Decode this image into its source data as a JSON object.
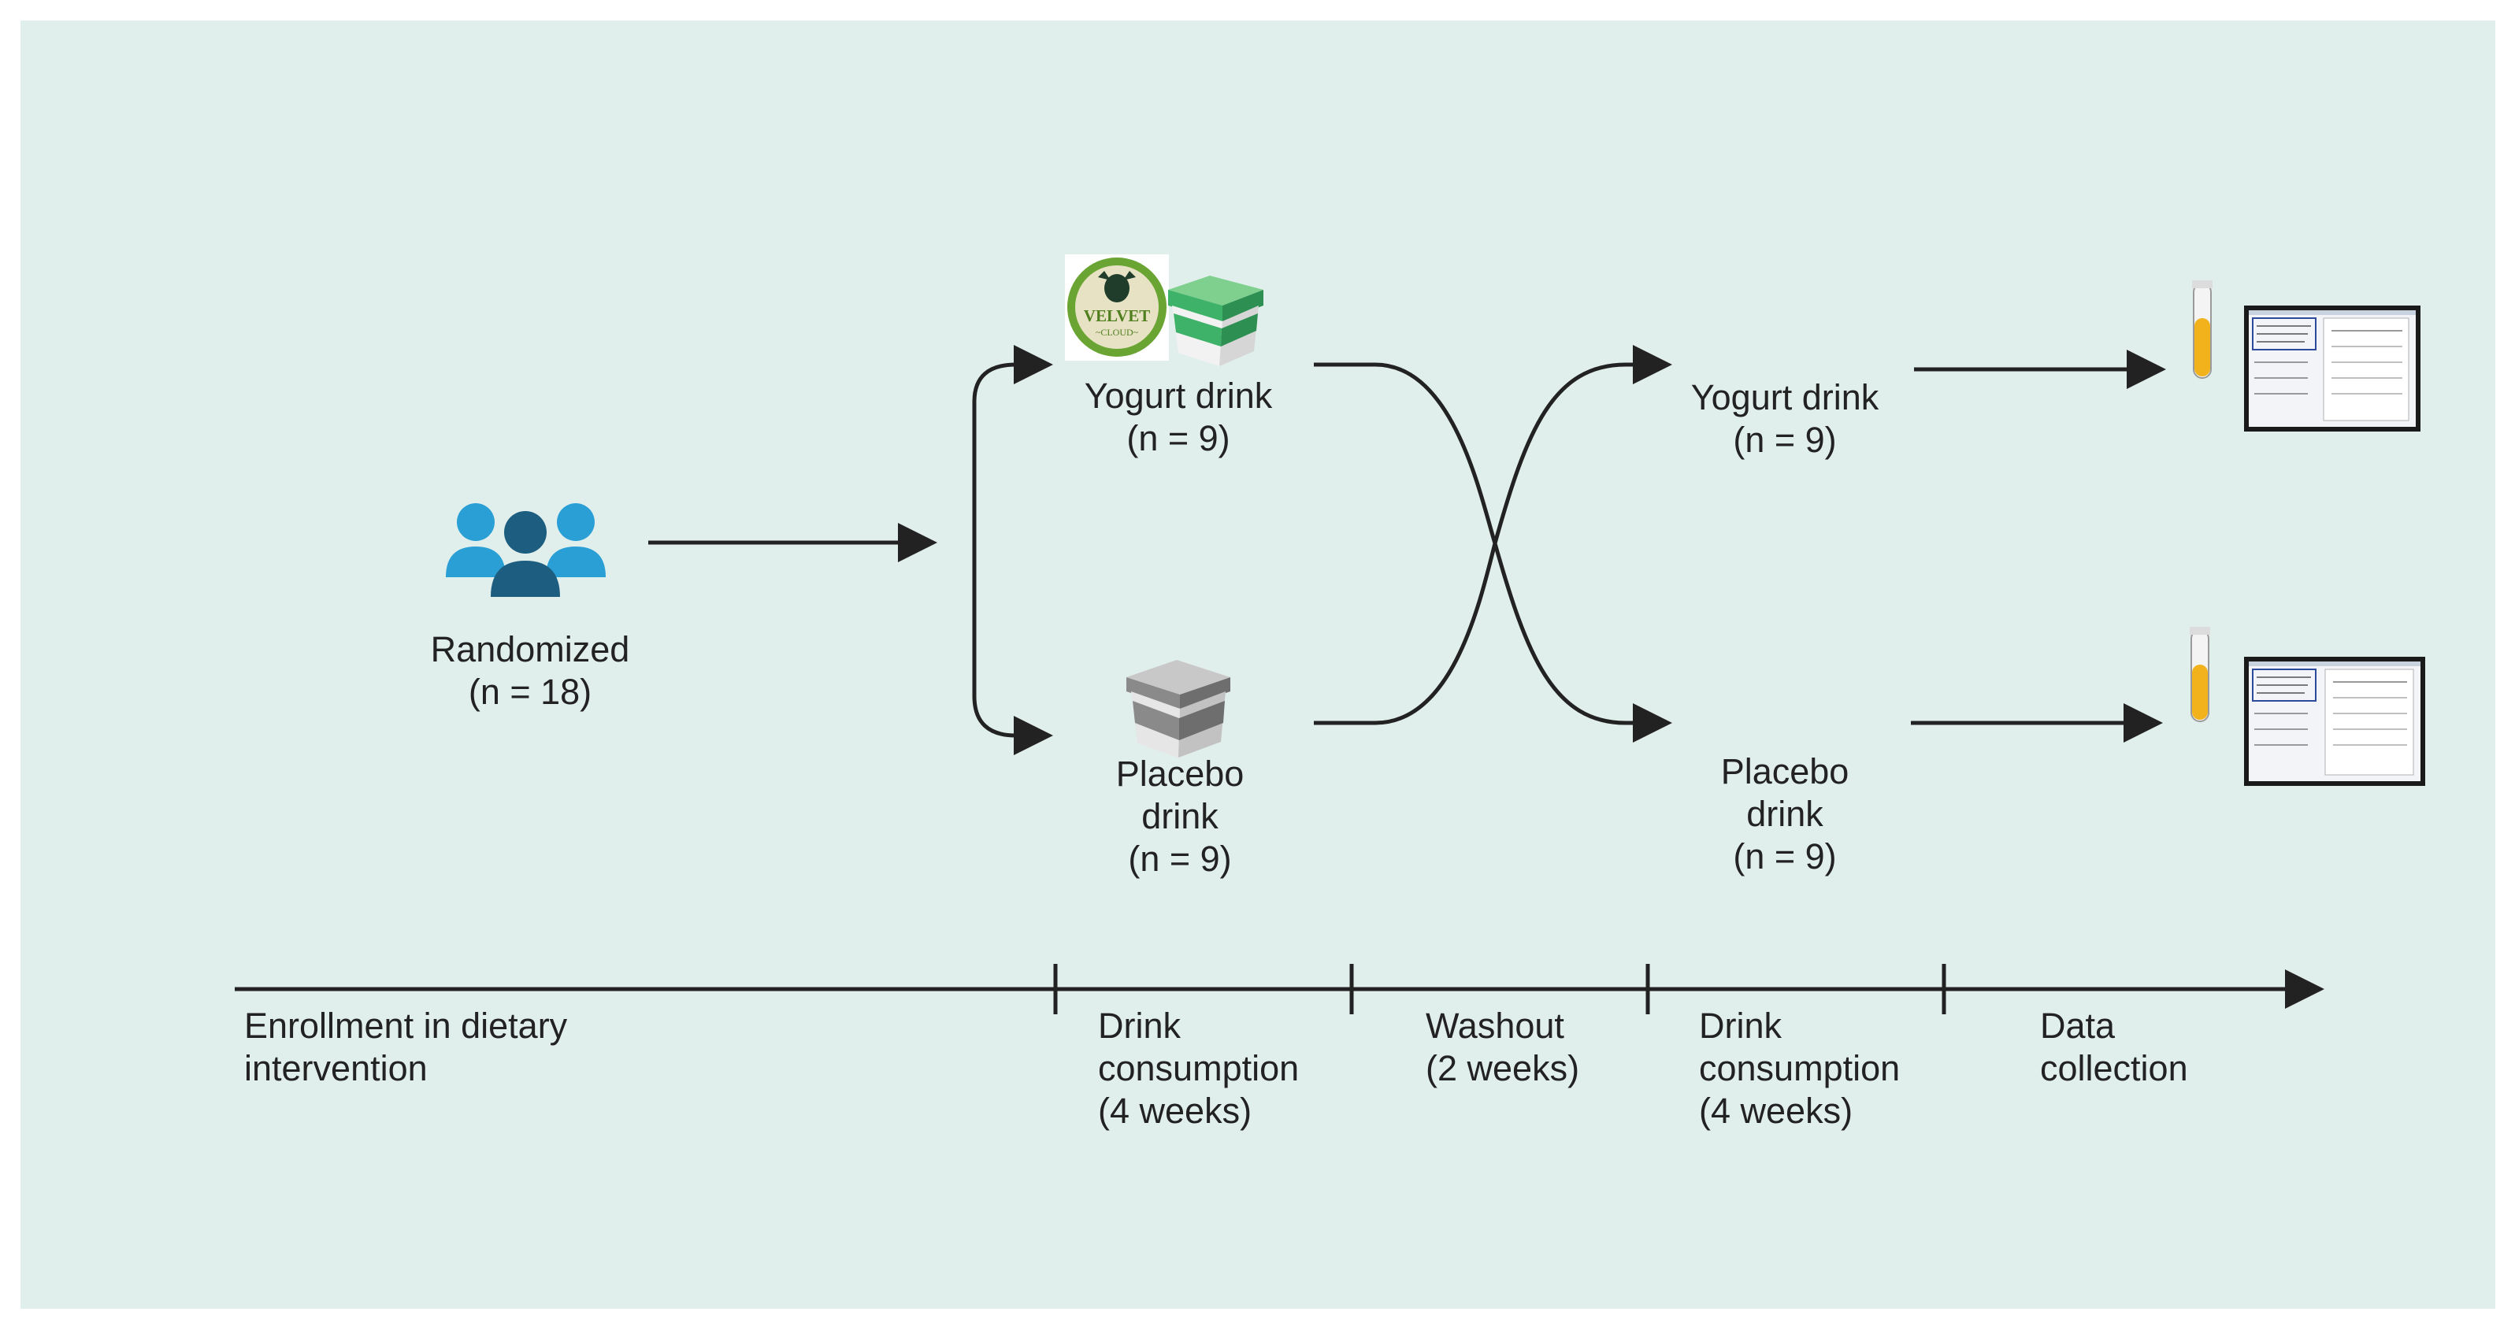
{
  "colors": {
    "background": "#e1efec",
    "ink": "#222222",
    "people_dark": "#1d5e80",
    "people_light": "#2a9fd6",
    "cup_green": "#3fb26a",
    "cup_grey": "#8a8a8a",
    "tube_liquid": "#f2b21c",
    "logo_green": "#6aa533"
  },
  "icons": {
    "people": "people-group-icon",
    "logo": "velvet-cloud-logo",
    "yogurt_cup": "yogurt-cup-icon",
    "placebo_cup": "placebo-cup-icon",
    "tube": "blood-tube-icon",
    "monitor": "data-screen-icon"
  },
  "logo_text": [
    "VELVET",
    "~CLOUD~"
  ],
  "randomized": {
    "lines": [
      "Randomized",
      "(n = 18)"
    ]
  },
  "arm1": {
    "yogurt": {
      "lines": [
        "Yogurt drink",
        "(n = 9)"
      ]
    },
    "placebo": {
      "lines": [
        "Placebo",
        "drink",
        "(n = 9)"
      ]
    }
  },
  "arm2": {
    "yogurt": {
      "lines": [
        "Yogurt drink",
        "(n = 9)"
      ]
    },
    "placebo": {
      "lines": [
        "Placebo",
        "drink",
        "(n = 9)"
      ]
    }
  },
  "timeline": [
    {
      "lines": [
        "Enrollment in dietary",
        "intervention"
      ]
    },
    {
      "lines": [
        "Drink",
        "consumption",
        "(4 weeks)"
      ]
    },
    {
      "lines": [
        "Washout",
        "(2 weeks)"
      ]
    },
    {
      "lines": [
        "Drink",
        "consumption",
        "(4 weeks)"
      ]
    },
    {
      "lines": [
        "Data",
        "collection"
      ]
    }
  ]
}
